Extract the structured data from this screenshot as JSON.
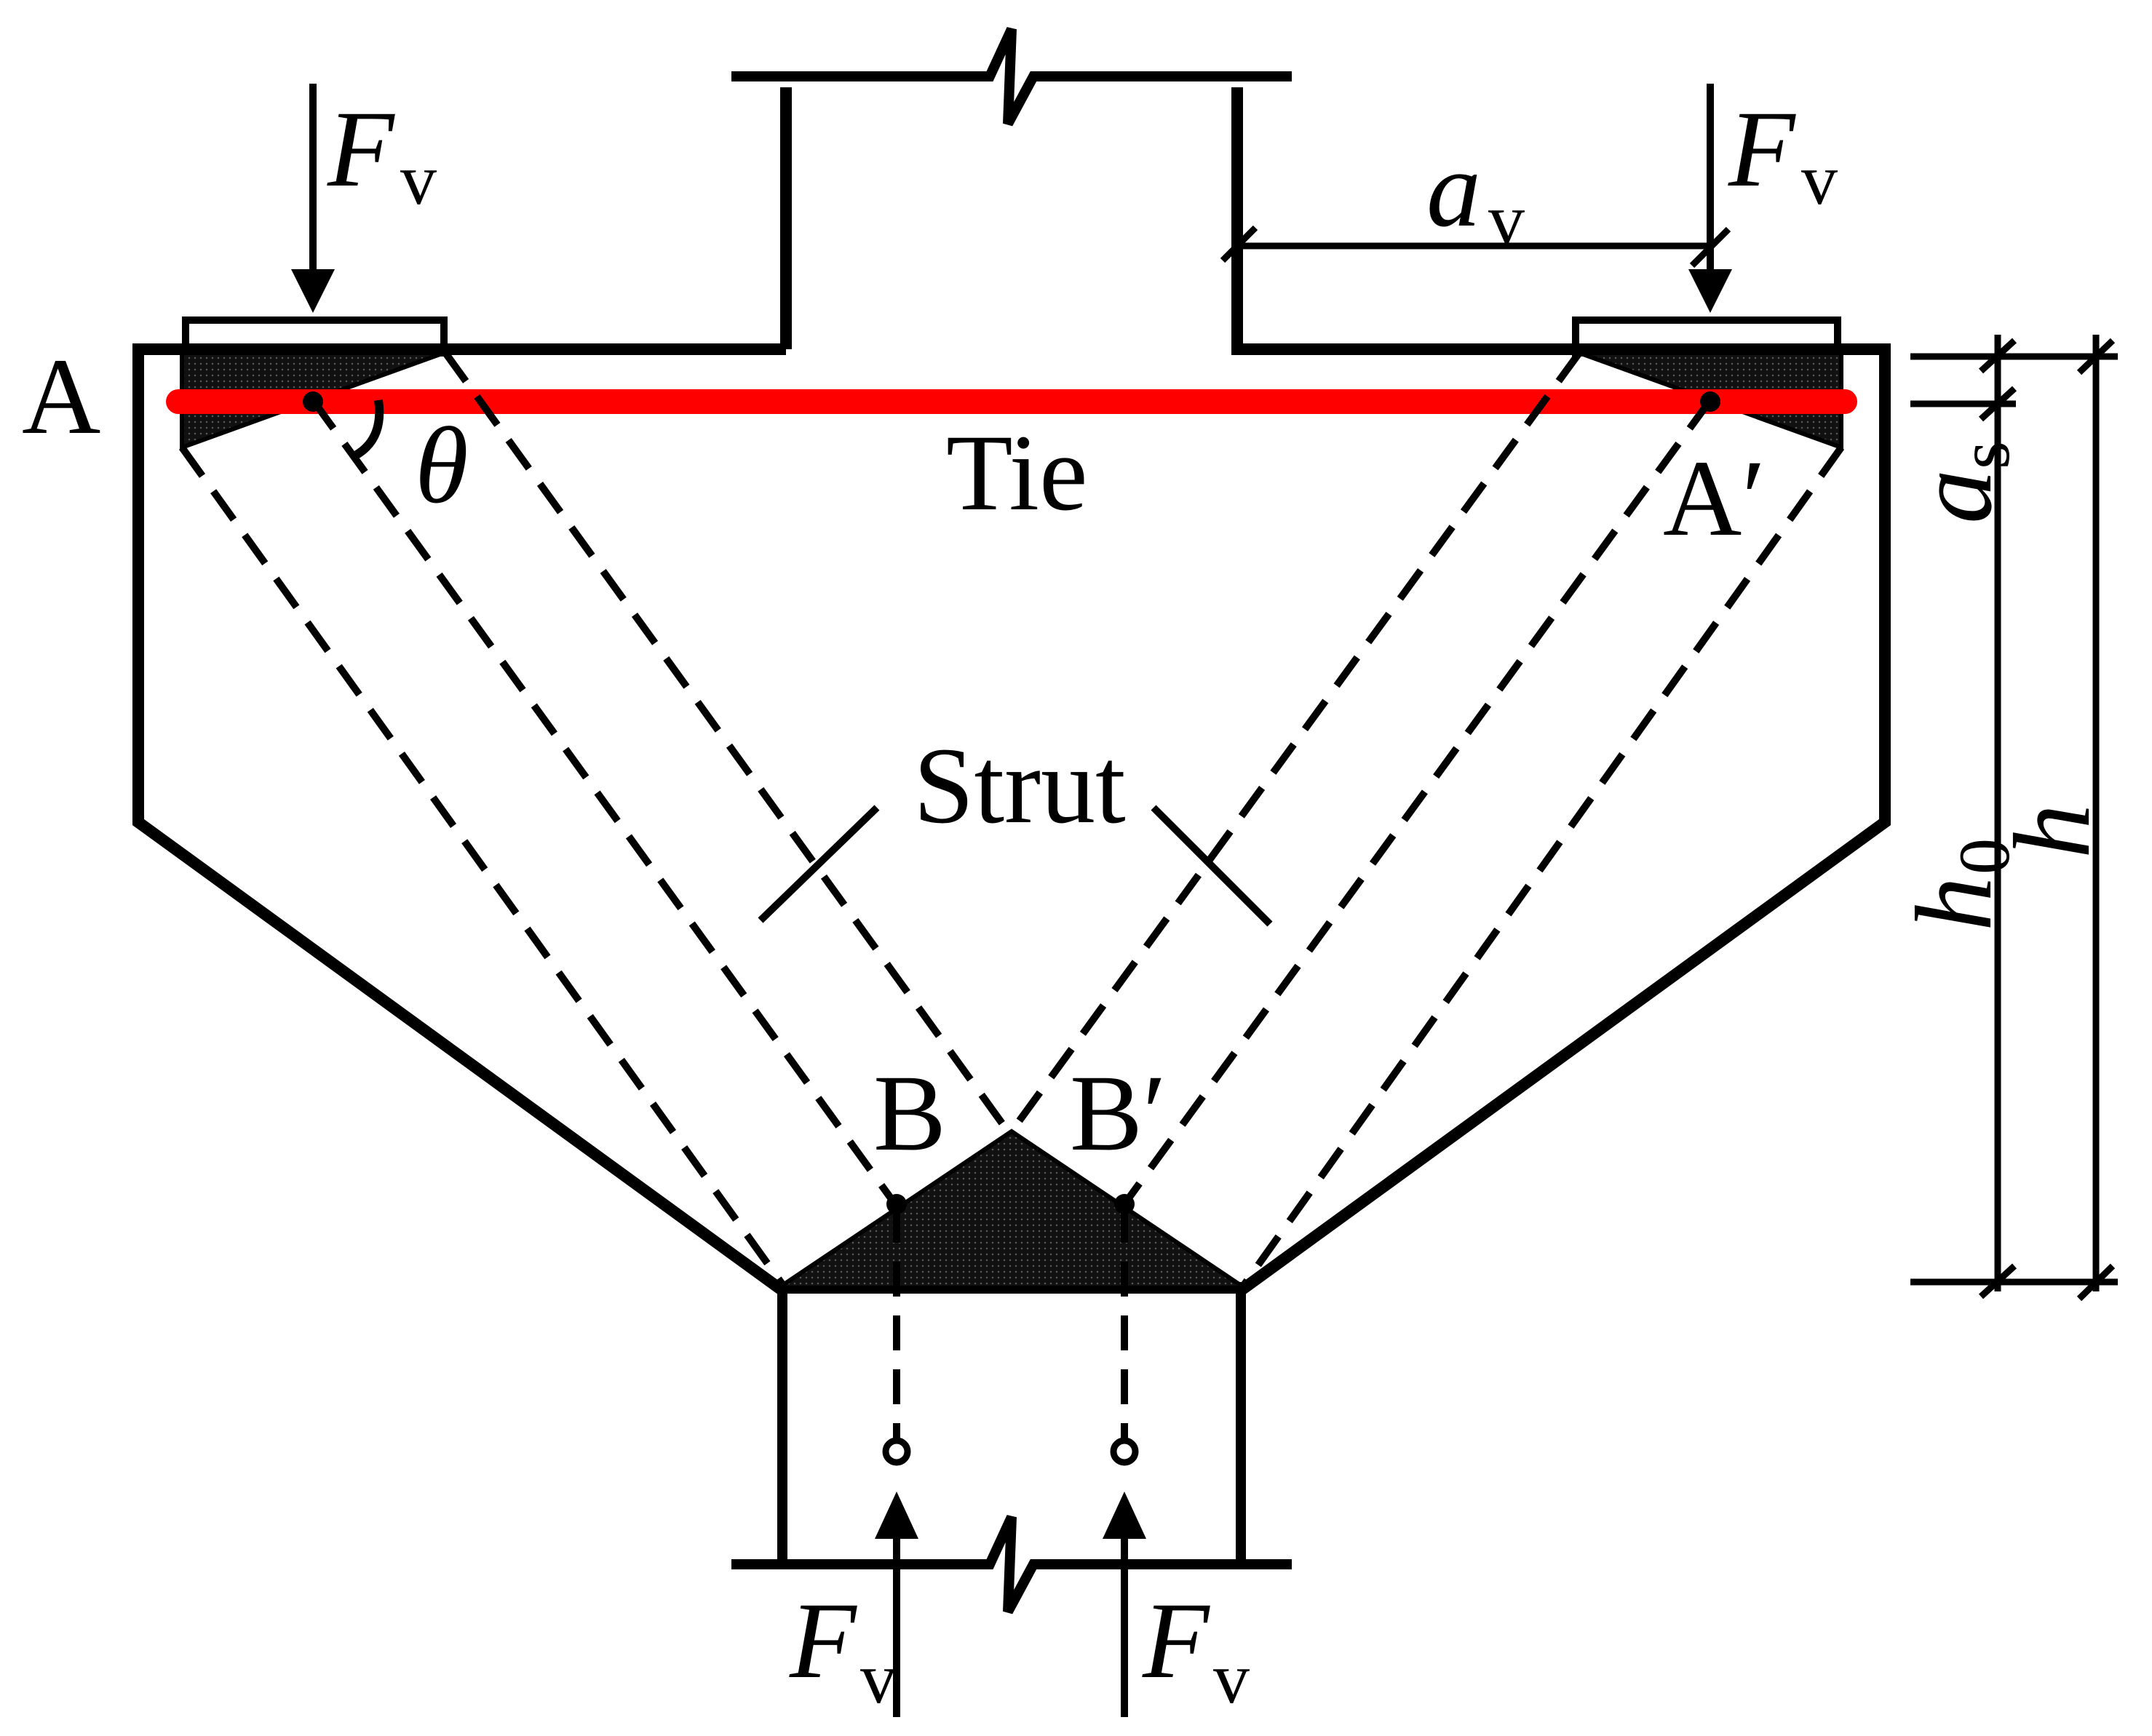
{
  "labels": {
    "tie": "Tie",
    "strut": "Strut",
    "theta": "θ",
    "node_a": "A",
    "node_a_prime": "A′",
    "node_b": "B",
    "node_b_prime": "B′",
    "force_main": "F",
    "force_sub": "v",
    "av_main": "a",
    "av_sub": "v",
    "as_main": "a",
    "as_sub": "s",
    "h0_main": "h",
    "h0_sub": "0",
    "h_main": "h"
  },
  "colors": {
    "outline": "#000000",
    "tie": "#ff0000",
    "node_fill": "#111111",
    "background": "#ffffff"
  }
}
